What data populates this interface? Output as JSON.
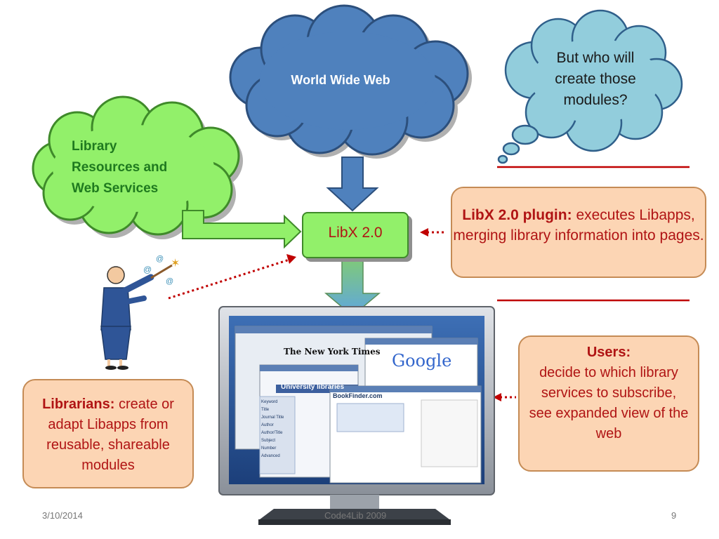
{
  "clouds": {
    "www": "World Wide Web",
    "library": "Library Resources and Web Services",
    "question": "But who will create those modules?"
  },
  "libx_box": {
    "label": "LibX 2.0"
  },
  "plugin_box": {
    "highlight": "LibX 2.0 plugin:",
    "text": "executes Libapps, merging library information into pages."
  },
  "users_box": {
    "highlight": "Users:",
    "text": "decide to which library services to subscribe, see expanded view of the web"
  },
  "librarians_box": {
    "highlight": "Librarians:",
    "text": "create or adapt Libapps from reusable, shareable modules"
  },
  "monitor": {
    "nyt_title": "The New York Times",
    "univ_title": "University libraries",
    "google_title": "Google",
    "book_title": "BookFinder.com",
    "sidebar_items": [
      "Keyword",
      "Title",
      "Journal Title",
      "Author",
      "Author/Title",
      "Subject",
      "Number",
      "Advanced"
    ]
  },
  "footer": {
    "date": "3/10/2014",
    "center": "Code4Lib 2009",
    "page": "9"
  },
  "colors": {
    "www_cloud": "#4f81bd",
    "green_cloud": "#92f06a",
    "question_cloud": "#92cddc",
    "peach": "#fcd5b4",
    "red_text": "#c00000"
  }
}
